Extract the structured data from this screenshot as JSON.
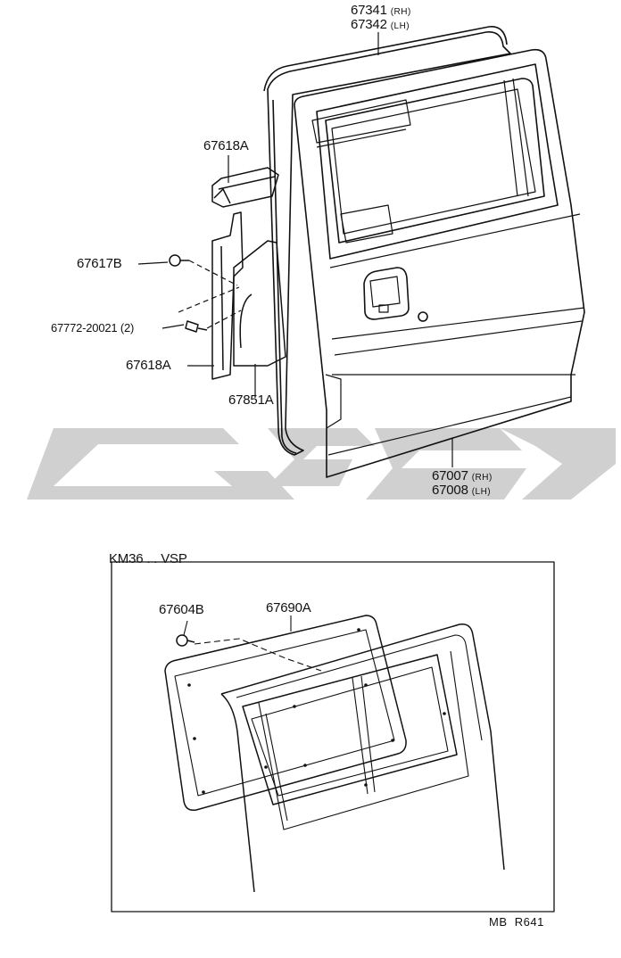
{
  "labels": {
    "weatherstrip_rh_part": "67341",
    "weatherstrip_rh_side": "(RH)",
    "weatherstrip_lh_part": "67342",
    "weatherstrip_lh_side": "(LH)",
    "upper_trim": "67618A",
    "clip": "67617B",
    "screw_part": "67772-20021",
    "screw_qty": "(2)",
    "lower_trim": "67618A",
    "cover": "67851A",
    "door_rh_part": "67007",
    "door_rh_side": "(RH)",
    "door_lh_part": "67008",
    "door_lh_side": "(LH)",
    "variant": "KM36 . . VSP",
    "fastener": "67604B",
    "board": "67690A",
    "ref_code": "MB",
    "ref_number": "R641"
  },
  "colors": {
    "line": "#111111",
    "watermark": "#c8c8c8"
  }
}
